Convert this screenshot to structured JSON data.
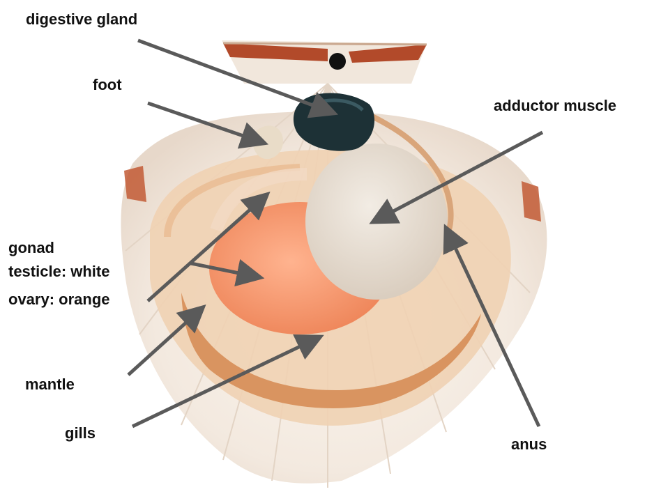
{
  "labels": {
    "digestive_gland": "digestive gland",
    "foot": "foot",
    "adductor_muscle": "adductor muscle",
    "gonad": "gonad",
    "gonad_testicle": "testicle: white",
    "gonad_ovary": "ovary: orange",
    "mantle": "mantle",
    "gills": "gills",
    "anus": "anus"
  },
  "colors": {
    "arrow": "#5a5a5a",
    "shell": "#f3ebe3",
    "shell_rim": "#b9633d",
    "mantle": "#e9bd93",
    "gills": "#d6955e",
    "gonad": "#f59a70",
    "adductor": "#e6ddd2",
    "digestive_gland": "#1d3136"
  }
}
